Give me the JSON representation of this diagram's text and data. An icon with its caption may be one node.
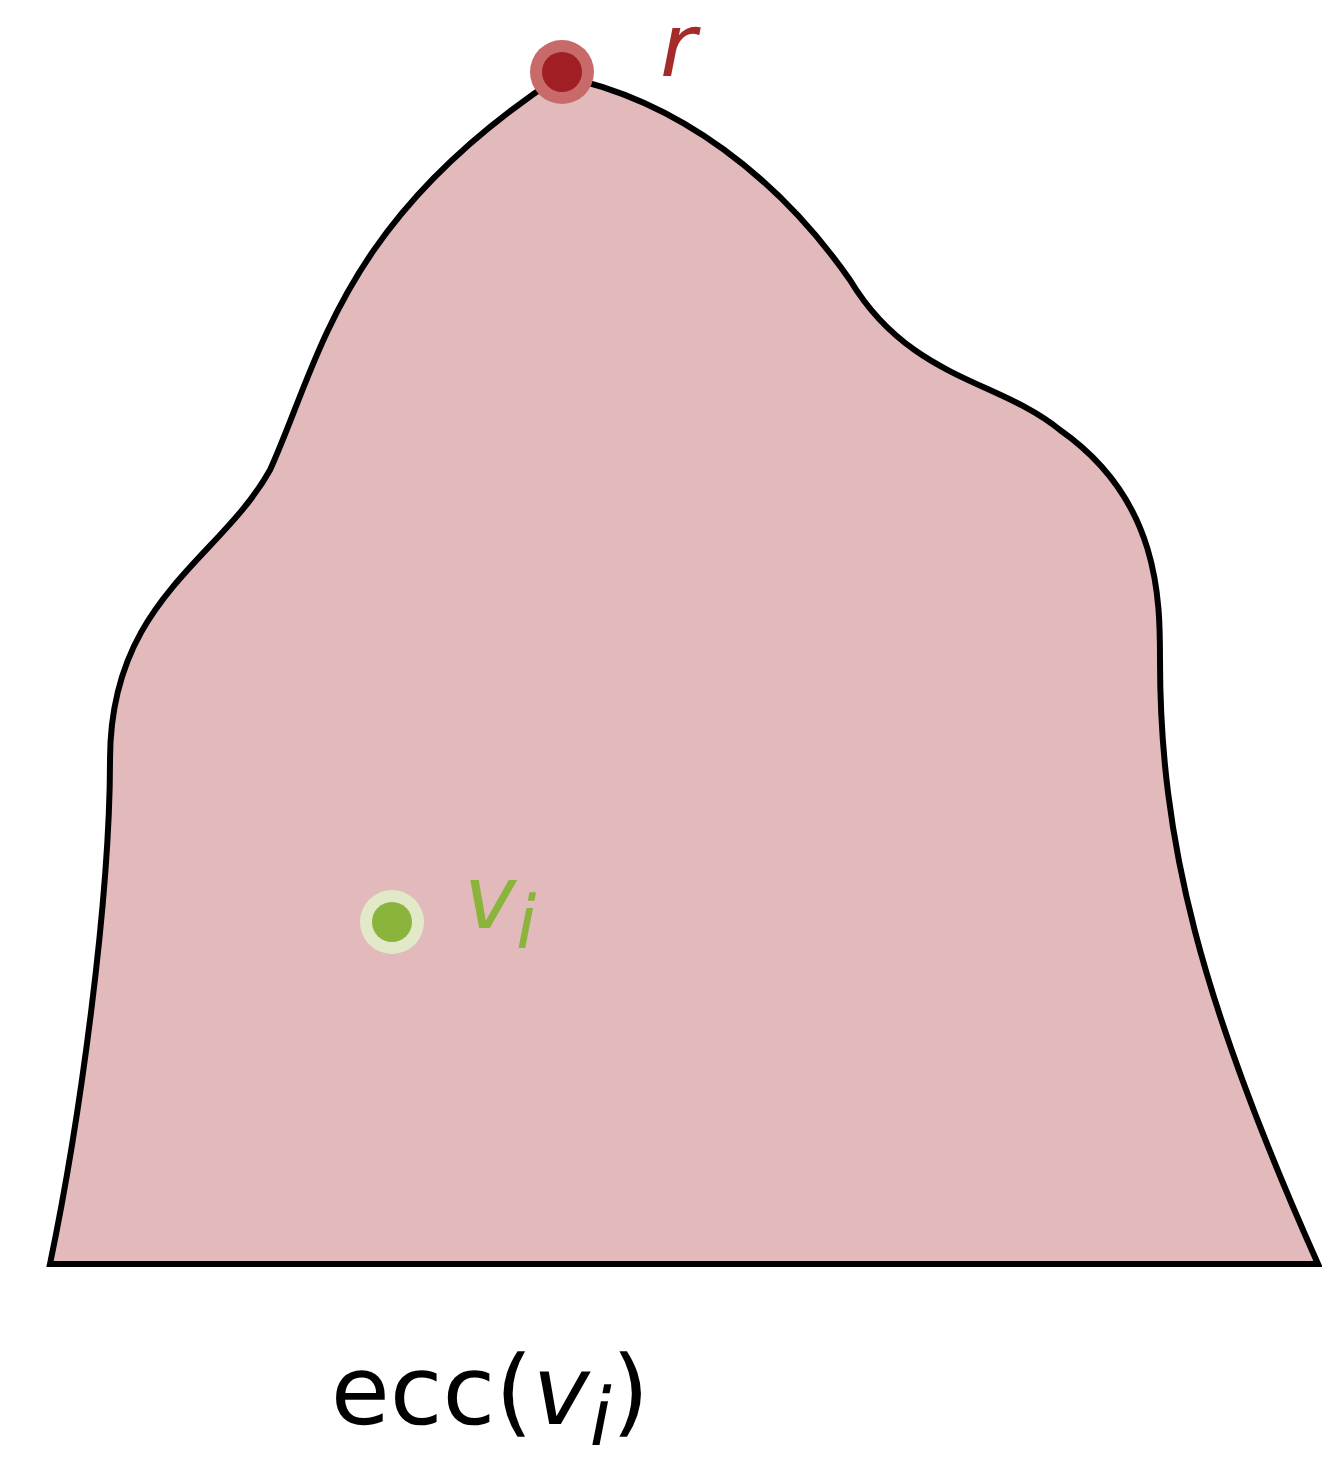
{
  "diagram": {
    "caption": "ecc(*v*$_{i}$)",
    "nodes": [
      {
        "text": [],
        "shape": "blob"
      },
      {
        "text": [],
        "shape": "circle",
        "beside": [
          "r"
        ]
      },
      {
        "text": [],
        "shape": "circle",
        "in": 0,
        "beside": [
          "v$_{i}$"
        ]
      }
    ]
  }
}
